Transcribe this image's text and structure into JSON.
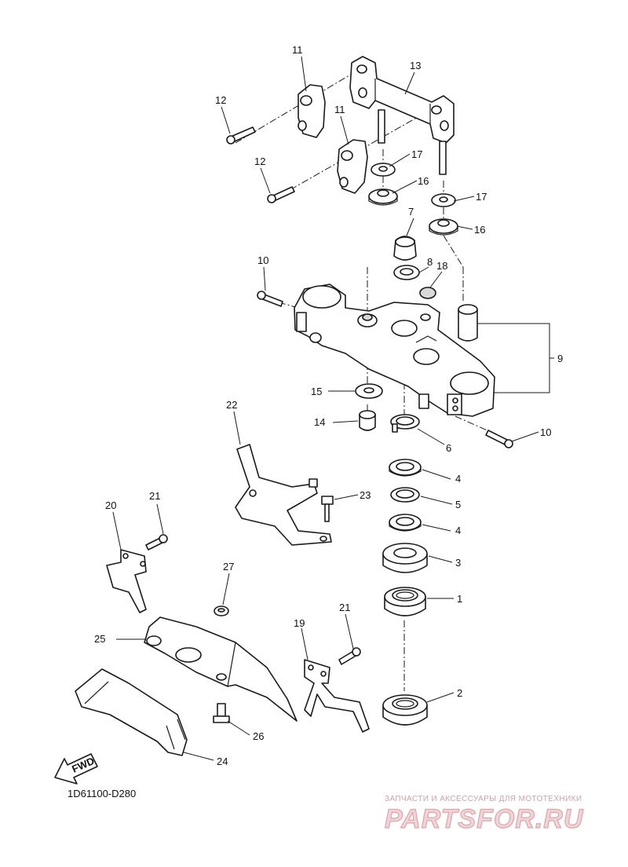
{
  "diagram_code": "1D61100-D280",
  "callouts": {
    "c1": "1",
    "c2": "2",
    "c3": "3",
    "c4a": "4",
    "c4b": "4",
    "c5": "5",
    "c6": "6",
    "c7": "7",
    "c8": "8",
    "c9": "9",
    "c10a": "10",
    "c10b": "10",
    "c11a": "11",
    "c11b": "11",
    "c12a": "12",
    "c12b": "12",
    "c13": "13",
    "c14": "14",
    "c15": "15",
    "c16a": "16",
    "c16b": "16",
    "c17a": "17",
    "c17b": "17",
    "c18": "18",
    "c19": "19",
    "c20": "20",
    "c21a": "21",
    "c21b": "21",
    "c22": "22",
    "c23": "23",
    "c24": "24",
    "c25": "25",
    "c26": "26",
    "c27": "27"
  },
  "fwd_label": "FWD",
  "watermark": {
    "caption": "ЗАПЧАСТИ И АКСЕССУАРЫ ДЛЯ МОТОТЕХНИКИ",
    "logo": "PARTSFOR.RU",
    "color": "#d9a7ad"
  }
}
